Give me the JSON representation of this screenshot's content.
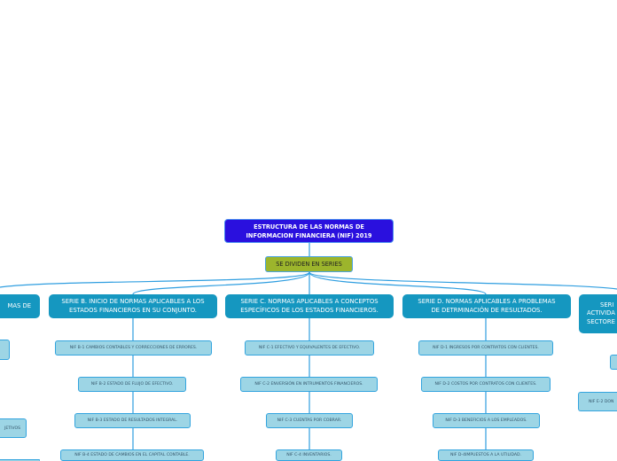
{
  "root": {
    "line1": "ESTRUCTURA DE LAS NORMAS DE",
    "line2": "INFORMACION FINANCIERA (NIF) 2019"
  },
  "divider": "SE DIVIDEN EN SERIES",
  "series": [
    {
      "line1": "MAS DE",
      "line2": ""
    },
    {
      "line1": "SERIE B. INICIO DE NORMAS APLICABLES A LOS",
      "line2": "ESTADOS FINANCIEROS EN SU CONJUNTO."
    },
    {
      "line1": "SERIE C. NORMAS APLICABLES A CONCEPTOS",
      "line2": "ESPECÍFICOS DE LOS ESTADOS FINANCIEROS."
    },
    {
      "line1": "SERIE D. NORMAS APLICABLES A PROBLEMAS",
      "line2": "DE DETRMINACIÓN DE RESULTADOS."
    },
    {
      "line1": "SERI",
      "line2": "ACTIVIDA",
      "line3": "SECTORE"
    }
  ],
  "serie_b": [
    "NIF B-1 CAMBIOS CONTABLES Y CORRECCIONES DE ERRORES.",
    "NIF B-2 ESTADO DE FLUJO DE EFECTIVO.",
    "NIF B-3 ESTADO DE RESULTADOS INTEGRAL.",
    "NIF B-4 ESTADO DE CAMBIOS EN EL CAPITAL CONTABLE."
  ],
  "serie_c": [
    "NIF C-1 EFECTIVO Y EQUIVALENTES DE EFECTIVO.",
    "NIF C-2 ENVERSIÓN EN INTRUMENTOS FINANCIEROS.",
    "NIF C-3 CUENTAS POR COBRAR.",
    "NIF C-4 INVENTARIOS."
  ],
  "serie_d": [
    "NIF D-1 INGRESOS POR CONTRATOS CON CLIENTES.",
    "NIF D-2 COSTOS POR CONTRATOS CON CLIENTES.",
    "NIF D-3 BENEFICIOS A LOS EMPLEADOS.",
    "NIF D-4IMPUESTOS A LA UTILIDAD."
  ],
  "serie_a_partial": [
    "",
    "JETIVOS"
  ],
  "serie_e_partial": [
    "",
    "NIF E-2 DON"
  ]
}
